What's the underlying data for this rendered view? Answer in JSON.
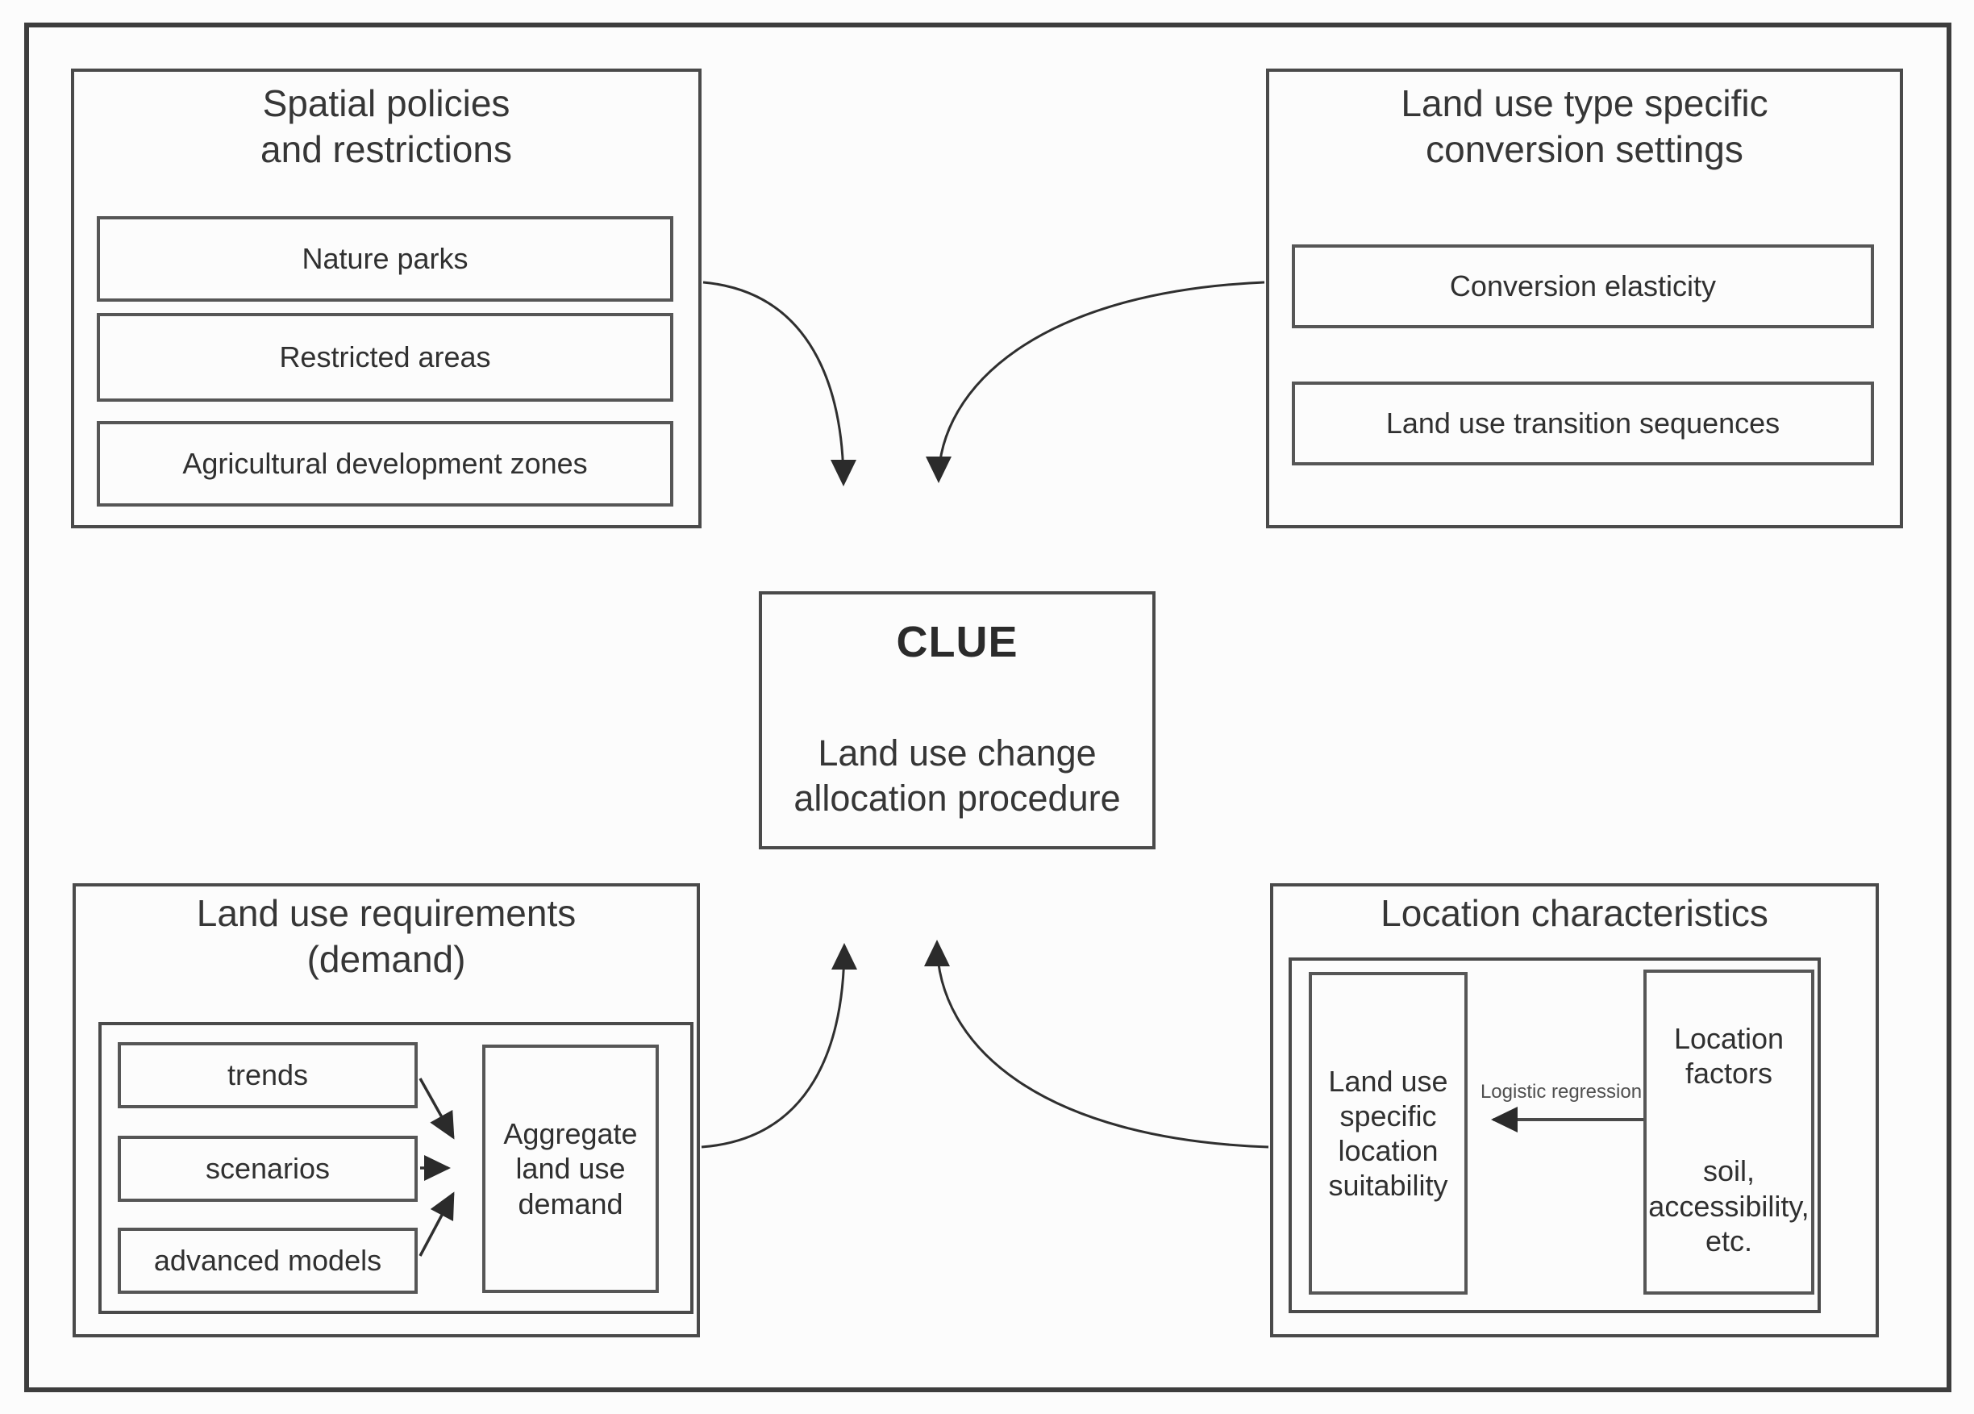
{
  "colors": {
    "frame_border": "#3d3d3d",
    "box_border": "#4a4a4a",
    "text": "#303030",
    "background": "#fcfcfc",
    "arrow": "#2f2f2f"
  },
  "top_left": {
    "title_line1": "Spatial policies",
    "title_line2": "and restrictions",
    "items": [
      "Nature parks",
      "Restricted areas",
      "Agricultural development zones"
    ]
  },
  "top_right": {
    "title_line1": "Land use type specific",
    "title_line2": "conversion settings",
    "items": [
      "Conversion elasticity",
      "Land use transition sequences"
    ]
  },
  "center": {
    "acronym": "CLUE",
    "subtitle_line1": "Land use change",
    "subtitle_line2": "allocation procedure"
  },
  "bottom_left": {
    "title_line1": "Land use requirements",
    "title_line2": "(demand)",
    "inputs": [
      "trends",
      "scenarios",
      "advanced models"
    ],
    "aggregate": "Aggregate land use demand"
  },
  "bottom_right": {
    "title": "Location characteristics",
    "suitability": "Land use specific location suitability",
    "factors_heading": "Location factors",
    "factors_detail": "soil, accessibility, etc.",
    "arrow_label": "Logistic regression"
  }
}
